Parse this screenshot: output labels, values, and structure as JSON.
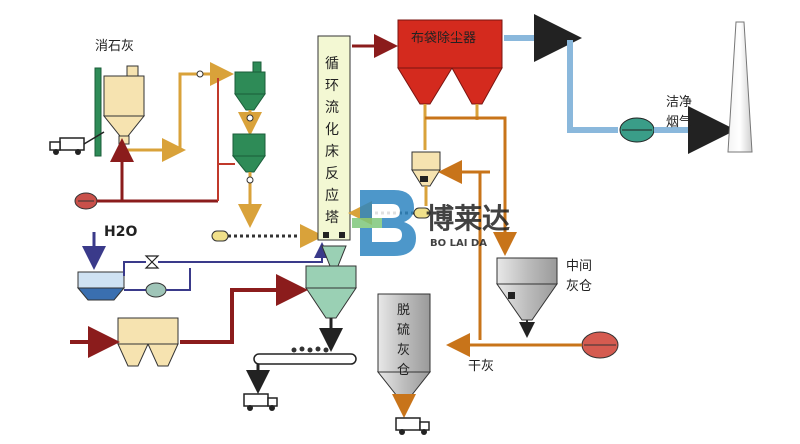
{
  "labels": {
    "lime": "消石灰",
    "water": "H2O",
    "reactor": [
      "循",
      "环",
      "流",
      "化",
      "床",
      "反",
      "应",
      "塔"
    ],
    "baghouse": "布袋除尘器",
    "clean_gas_1": "洁净",
    "clean_gas_2": "烟气",
    "middle_bin_1": "中间",
    "middle_bin_2": "灰仓",
    "ash_bin": [
      "脱",
      "硫",
      "灰",
      "仓"
    ],
    "dry_ash": "干灰"
  },
  "watermark": {
    "text": "博莱达",
    "subtext": "BO LAI DA"
  },
  "colors": {
    "gas_line": "#8b1c1c",
    "lime_line": "#d9a23a",
    "ash_line": "#c8741a",
    "water_line": "#3a3a8a",
    "clean_gas_line": "#8ab8dc",
    "silo_fill": "#f6e3b0",
    "green_fill": "#2e8b57",
    "reactor_fill": "#f3f8d3",
    "baghouse_fill": "#d42a1e",
    "grey_fill": "#bfbfbf",
    "watermark": "#2e86c1"
  }
}
